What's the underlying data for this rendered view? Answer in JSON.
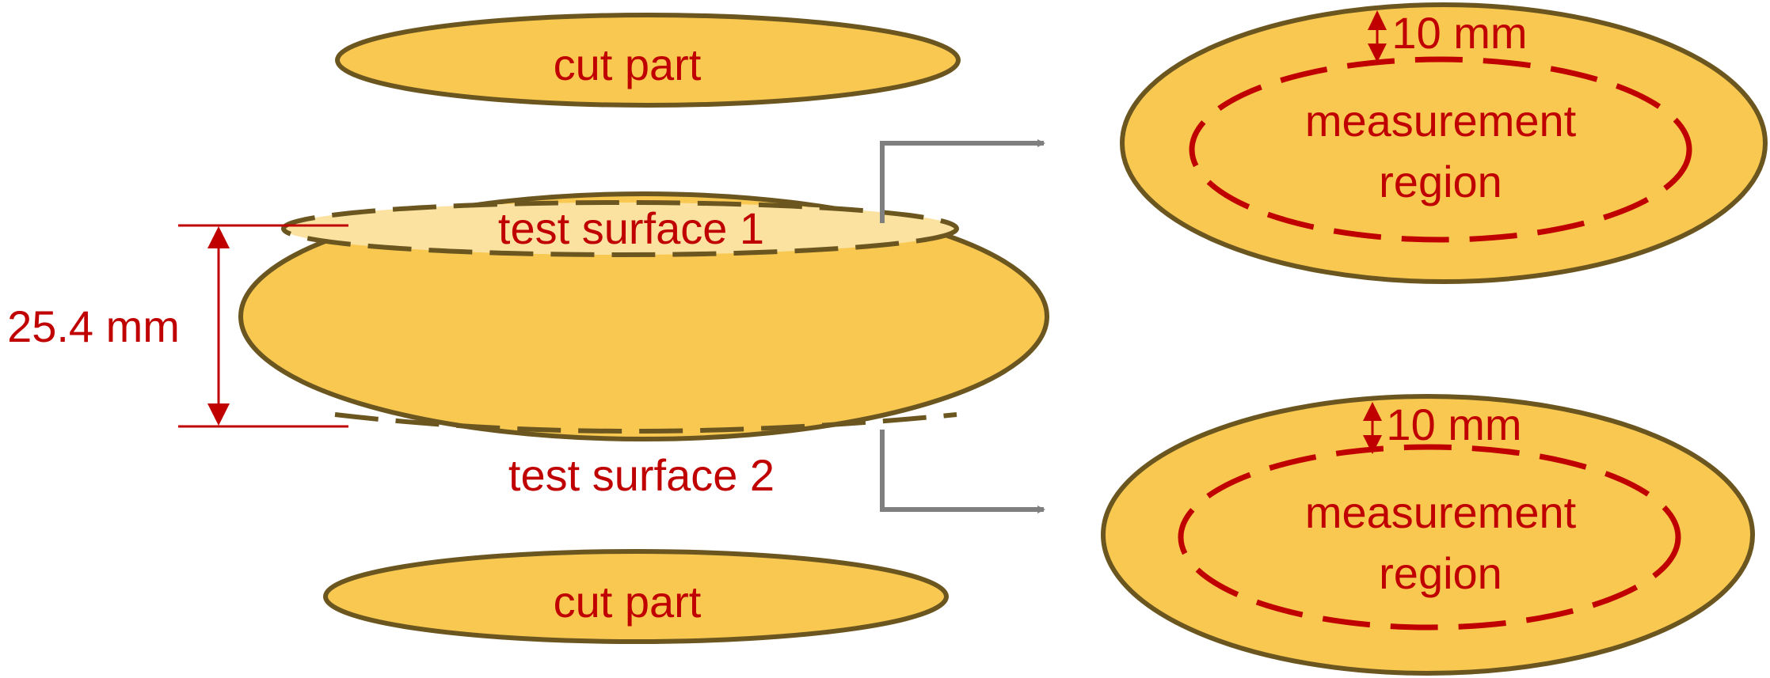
{
  "labels": {
    "cut_part_top": "cut part",
    "cut_part_bottom": "cut part",
    "test_surface_1": "test surface 1",
    "test_surface_2": "test surface 2",
    "thickness": "25.4 mm",
    "offset_top": "10 mm",
    "offset_bottom": "10 mm",
    "region_top_line1": "measurement",
    "region_top_line2": "region",
    "region_bottom_line1": "measurement",
    "region_bottom_line2": "region"
  },
  "colors": {
    "part_fill": "#f9c850",
    "part_outline": "#6b5620",
    "surface_fill": "#fce2a0",
    "label": "#c00000",
    "connector": "#7f7f7f"
  }
}
